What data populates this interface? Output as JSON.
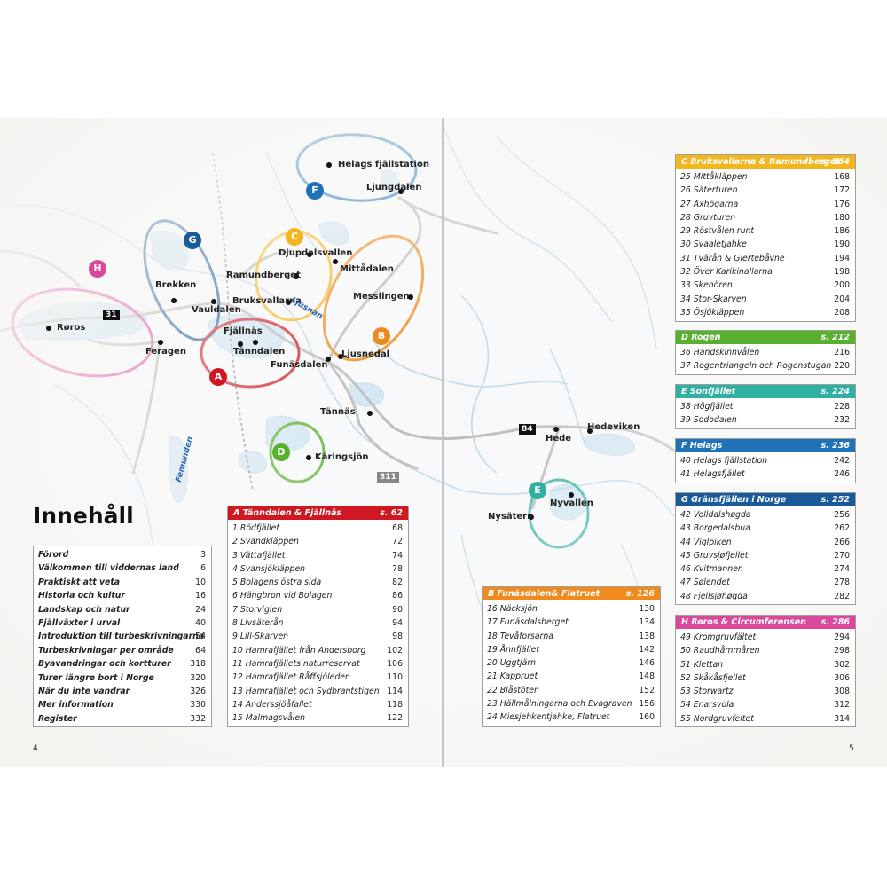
{
  "page": {
    "heading": "Innehåll",
    "folio_left": "4",
    "folio_right": "5"
  },
  "colors": {
    "A": "#d01822",
    "B": "#f08a1c",
    "C": "#f3b61e",
    "D": "#58b12e",
    "E": "#2fb0a3",
    "F": "#1f72b7",
    "G": "#1a5a99",
    "H": "#d9489b",
    "road_badge": "#111111"
  },
  "map": {
    "places": [
      "Helags fjällstation",
      "Ljungdalen",
      "Djupdalsvallen",
      "Mittådalen",
      "Ramundberget",
      "Messlingen",
      "Brekken",
      "Bruksvallarna",
      "Vauldalen",
      "Røros",
      "Feragen",
      "Fjällnäs",
      "Tänndalen",
      "Funäsdalen",
      "Ljusnedal",
      "Tännäs",
      "Käringsjön",
      "Hede",
      "Hedeviken",
      "Nyvallen",
      "Nysätern"
    ],
    "areas": [
      "A",
      "B",
      "C",
      "D",
      "E",
      "F",
      "G",
      "H"
    ],
    "roads": [
      "31",
      "84",
      "311"
    ],
    "water": [
      "Ljusnan",
      "Femunden"
    ]
  },
  "intro": [
    {
      "label": "Förord",
      "page": "3"
    },
    {
      "label": "Välkommen till viddernas land",
      "page": "6"
    },
    {
      "label": "Praktiskt att veta",
      "page": "10"
    },
    {
      "label": "Historia och kultur",
      "page": "16"
    },
    {
      "label": "Landskap och natur",
      "page": "24"
    },
    {
      "label": "Fjällväxter i urval",
      "page": "40"
    },
    {
      "label": "Introduktion till turbeskrivningarna",
      "page": "54"
    },
    {
      "label": "Turbeskrivningar per område",
      "page": "64"
    },
    {
      "label": "Byavandringar och kortturer",
      "page": "318"
    },
    {
      "label": "Turer längre bort i Norge",
      "page": "320"
    },
    {
      "label": "När du inte vandrar",
      "page": "326"
    },
    {
      "label": "Mer information",
      "page": "330"
    },
    {
      "label": "Register",
      "page": "332"
    }
  ],
  "sections": {
    "A": {
      "title": "A  Tänndalen & Fjällnäs",
      "page": "s. 62",
      "items": [
        {
          "label": "1  Rödfjället",
          "page": "68"
        },
        {
          "label": "2  Svandkläppen",
          "page": "72"
        },
        {
          "label": "3  Vättafjället",
          "page": "74"
        },
        {
          "label": "4  Svansjökläppen",
          "page": "78"
        },
        {
          "label": "5  Bolagens östra sida",
          "page": "82"
        },
        {
          "label": "6  Hängbron vid Bolagen",
          "page": "86"
        },
        {
          "label": "7  Storviglen",
          "page": "90"
        },
        {
          "label": "8  Livsäterån",
          "page": "94"
        },
        {
          "label": "9  Lill-Skarven",
          "page": "98"
        },
        {
          "label": "10  Hamrafjället från Andersborg",
          "page": "102"
        },
        {
          "label": "11  Hamrafjällets naturreservat",
          "page": "106"
        },
        {
          "label": "12  Hamrafjället Råffsjöleden",
          "page": "110"
        },
        {
          "label": "13  Hamrafjället och Sydbrantstigen",
          "page": "114"
        },
        {
          "label": "14  Anderssjöåfallet",
          "page": "118"
        },
        {
          "label": "15  Malmagsvålen",
          "page": "122"
        }
      ]
    },
    "B": {
      "title": "B  Funäsdalen& Flatruet",
      "page": "s. 126",
      "items": [
        {
          "label": "16  Näcksjön",
          "page": "130"
        },
        {
          "label": "17  Funäsdalsberget",
          "page": "134"
        },
        {
          "label": "18  Tevåforsarna",
          "page": "138"
        },
        {
          "label": "19  Ånnfjället",
          "page": "142"
        },
        {
          "label": "20  Uggtjärn",
          "page": "146"
        },
        {
          "label": "21  Kappruet",
          "page": "148"
        },
        {
          "label": "22  Blåstöten",
          "page": "152"
        },
        {
          "label": "23  Hällmålningarna och Evagraven",
          "page": "156"
        },
        {
          "label": "24  Miesjehkentjahke, Flatruet",
          "page": "160"
        }
      ]
    },
    "C": {
      "title": "C  Bruksvallarna & Ramundberget",
      "page": "s. 164",
      "items": [
        {
          "label": "25  Mittåkläppen",
          "page": "168"
        },
        {
          "label": "26  Säterturen",
          "page": "172"
        },
        {
          "label": "27  Axhögarna",
          "page": "176"
        },
        {
          "label": "28  Gruvturen",
          "page": "180"
        },
        {
          "label": "29  Röstvålen runt",
          "page": "186"
        },
        {
          "label": "30  Svaaletjahke",
          "page": "190"
        },
        {
          "label": "31  Tvärån & Giertebåvne",
          "page": "194"
        },
        {
          "label": "32  Över Karikinallarna",
          "page": "198"
        },
        {
          "label": "33  Skenören",
          "page": "200"
        },
        {
          "label": "34  Stor-Skarven",
          "page": "204"
        },
        {
          "label": "35  Ösjökläppen",
          "page": "208"
        }
      ]
    },
    "D": {
      "title": "D  Rogen",
      "page": "s. 212",
      "items": [
        {
          "label": "36  Handskinnvålen",
          "page": "216"
        },
        {
          "label": "37  Rogentriangeln och Rogenstugan",
          "page": "220"
        }
      ]
    },
    "E": {
      "title": "E  Sonfjället",
      "page": "s. 224",
      "items": [
        {
          "label": "38  Högfjället",
          "page": "228"
        },
        {
          "label": "39  Sododalen",
          "page": "232"
        }
      ]
    },
    "F": {
      "title": "F  Helags",
      "page": "s. 236",
      "items": [
        {
          "label": "40  Helags fjällstation",
          "page": "242"
        },
        {
          "label": "41  Helagsfjället",
          "page": "246"
        }
      ]
    },
    "G": {
      "title": "G  Gränsfjällen i Norge",
      "page": "s. 252",
      "items": [
        {
          "label": "42  Volldalshøgda",
          "page": "256"
        },
        {
          "label": "43  Borgedalsbua",
          "page": "262"
        },
        {
          "label": "44  Viglpiken",
          "page": "266"
        },
        {
          "label": "45  Gruvsjøfjellet",
          "page": "270"
        },
        {
          "label": "46  Kvitmannen",
          "page": "274"
        },
        {
          "label": "47  Sølendet",
          "page": "278"
        },
        {
          "label": "48  Fjellsjøhøgda",
          "page": "282"
        }
      ]
    },
    "H": {
      "title": "H  Røros & Circumferensen",
      "page": "s. 286",
      "items": [
        {
          "label": "49  Kromgruvfältet",
          "page": "294"
        },
        {
          "label": "50  Raudhåmmåren",
          "page": "298"
        },
        {
          "label": "51  Klettan",
          "page": "302"
        },
        {
          "label": "52  Skåkåsfjellet",
          "page": "306"
        },
        {
          "label": "53  Storwartz",
          "page": "308"
        },
        {
          "label": "54  Enarsvola",
          "page": "312"
        },
        {
          "label": "55  Nordgruvfeltet",
          "page": "314"
        }
      ]
    }
  }
}
